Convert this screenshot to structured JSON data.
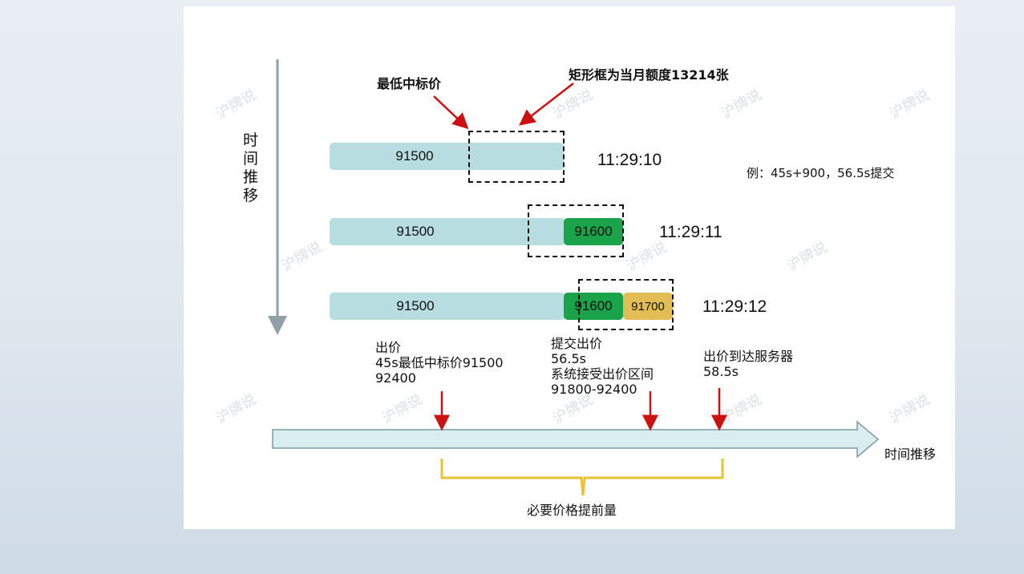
{
  "labels": {
    "lowest_bid": "最低中标价",
    "box_note": "矩形框为当月额度13214张",
    "vertical_axis": [
      "时",
      "间",
      "推",
      "移"
    ],
    "example": "例：45s+900，56.5s提交",
    "horizontal_axis": "时间推移",
    "brace_label": "必要价格提前量"
  },
  "rows": [
    {
      "base": "91500",
      "time": "11:29:10"
    },
    {
      "base": "91500",
      "green": "91600",
      "time": "11:29:11"
    },
    {
      "base": "91500",
      "green": "91600",
      "gold": "91700",
      "time": "11:29:12"
    }
  ],
  "annotations": {
    "bid": [
      "出价",
      "45s最低中标价91500",
      "92400"
    ],
    "submit": [
      "提交出价",
      "56.5s",
      "系统接受出价区间",
      "91800-92400"
    ],
    "arrive": [
      "出价到达服务器",
      "58.5s"
    ]
  },
  "watermark": "沪牌说",
  "colors": {
    "base_bar": "#b8dde0",
    "green_bar": "#1aa34a",
    "gold_bar": "#e2bd55",
    "arrow_red": "#cc1111",
    "brace_yellow": "#e8c230",
    "axis_fill": "#d9efef"
  }
}
